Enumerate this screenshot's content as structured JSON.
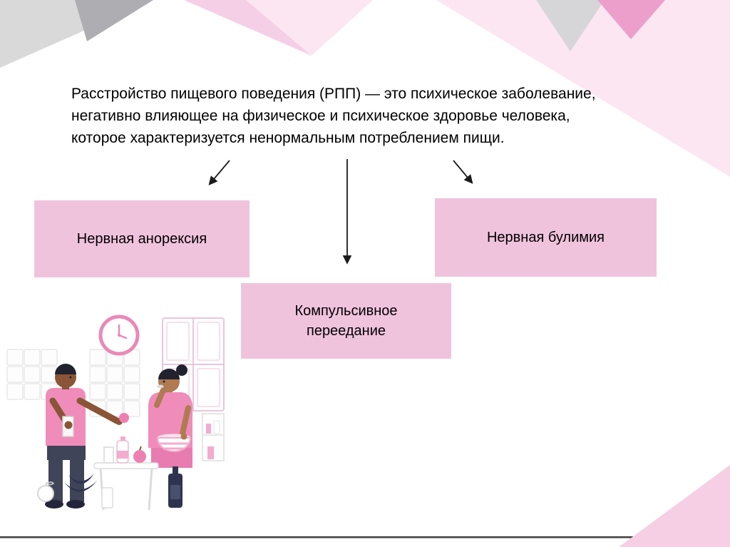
{
  "slide": {
    "definition": {
      "lines": [
        "Расстройство пищевого поведения (РПП) — это психическое заболевание,",
        "негативно влияющее на физическое и психическое здоровье человека,",
        "которое характеризуется ненормальным потреблением пищи."
      ]
    },
    "boxes": [
      {
        "id": "anorexia",
        "label": "Нервная анорексия"
      },
      {
        "id": "binge-eating",
        "label": "Компульсивное переедание"
      },
      {
        "id": "bulimia",
        "label": "Нервная булимия"
      }
    ]
  },
  "colors": {
    "text": "#000000",
    "arrow": "#1a1a1a",
    "box_fill": "#F0C3DD",
    "pink_pale": "#FBE6F2",
    "pink_mid": "#F5CFE5",
    "pink_dark": "#EC9FCB",
    "pink_corner": "#F6CFE4",
    "gray_light": "#D9D9D9",
    "gray_mid": "#AEAEB2",
    "gray_soft": "#D6D6D8",
    "line_dark": "#3F3F3F"
  }
}
